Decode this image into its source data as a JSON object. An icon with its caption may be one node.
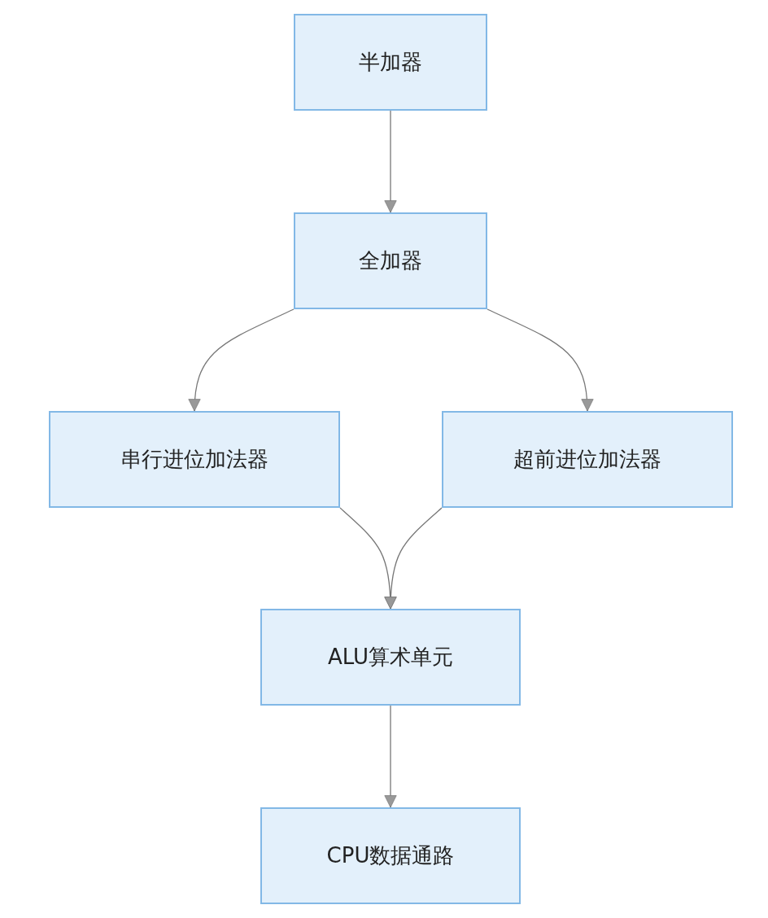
{
  "diagram": {
    "nodes": [
      {
        "text": [
          "半加器"
        ]
      },
      {
        "text": [
          "全加器"
        ]
      },
      {
        "text": [
          "串行进位加法器"
        ]
      },
      {
        "text": [
          "超前进位加法器"
        ]
      },
      {
        "text": [
          "ALU算术单元"
        ]
      },
      {
        "text": [
          "CPU数据通路"
        ]
      }
    ],
    "edges": [
      {
        "from": 0,
        "to": 1,
        "arrow": "to"
      },
      {
        "from": 1,
        "to": 2,
        "arrow": "to"
      },
      {
        "from": 1,
        "to": 3,
        "arrow": "to"
      },
      {
        "from": 2,
        "to": 4,
        "arrow": "to"
      },
      {
        "from": 3,
        "to": 4,
        "arrow": "to"
      },
      {
        "from": 4,
        "to": 5,
        "arrow": "to"
      }
    ]
  }
}
